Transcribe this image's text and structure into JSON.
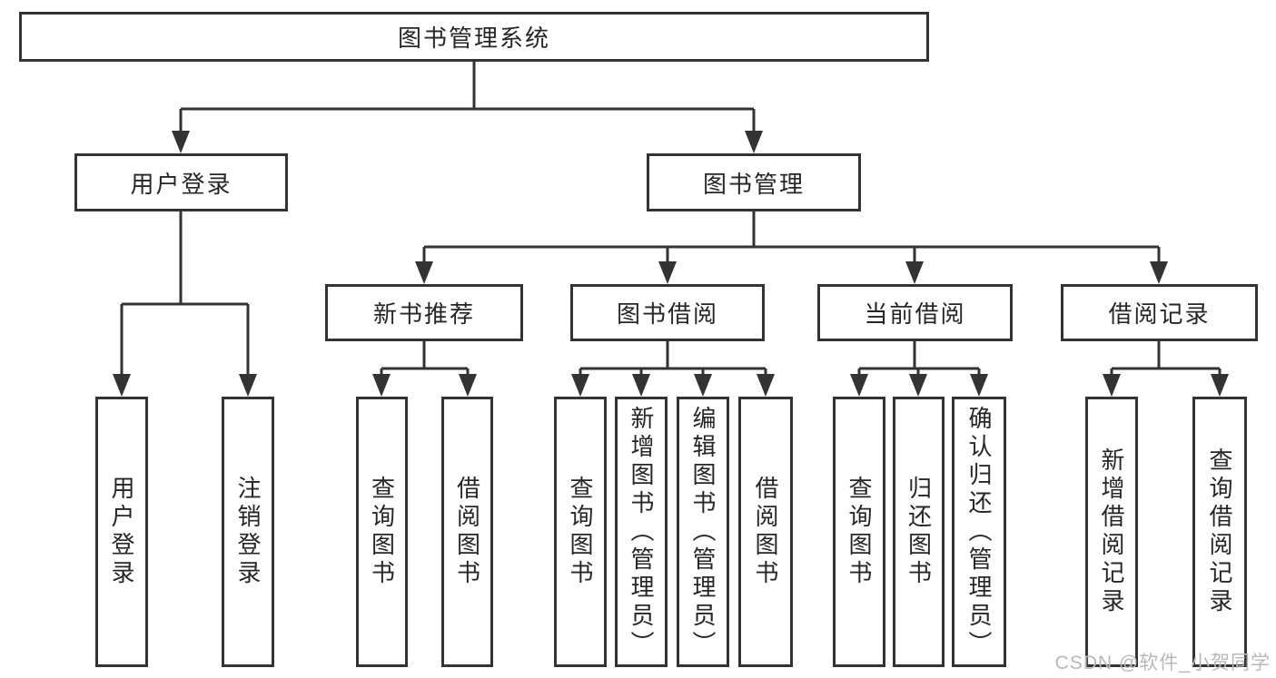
{
  "tree": {
    "label": "图书管理系统",
    "children": [
      {
        "label": "用户登录",
        "children": [
          {
            "label": "用户登录"
          },
          {
            "label": "注销登录"
          }
        ]
      },
      {
        "label": "图书管理",
        "children": [
          {
            "label": "新书推荐",
            "children": [
              {
                "label": "查询图书"
              },
              {
                "label": "借阅图书"
              }
            ]
          },
          {
            "label": "图书借阅",
            "children": [
              {
                "label": "查询图书"
              },
              {
                "label": "新增图书（管理员）"
              },
              {
                "label": "编辑图书（管理员）"
              },
              {
                "label": "借阅图书"
              }
            ]
          },
          {
            "label": "当前借阅",
            "children": [
              {
                "label": "查询图书"
              },
              {
                "label": "归还图书"
              },
              {
                "label": "确认归还（管理员）"
              }
            ]
          },
          {
            "label": "借阅记录",
            "children": [
              {
                "label": "新增借阅记录"
              },
              {
                "label": "查询借阅记录"
              }
            ]
          }
        ]
      }
    ]
  },
  "watermark": {
    "text": "CSDN @软件_小贺同学",
    "color": "#b8b8b8"
  },
  "colors": {
    "line": "#333333",
    "text": "#262626",
    "box_background": "#ffffff"
  }
}
